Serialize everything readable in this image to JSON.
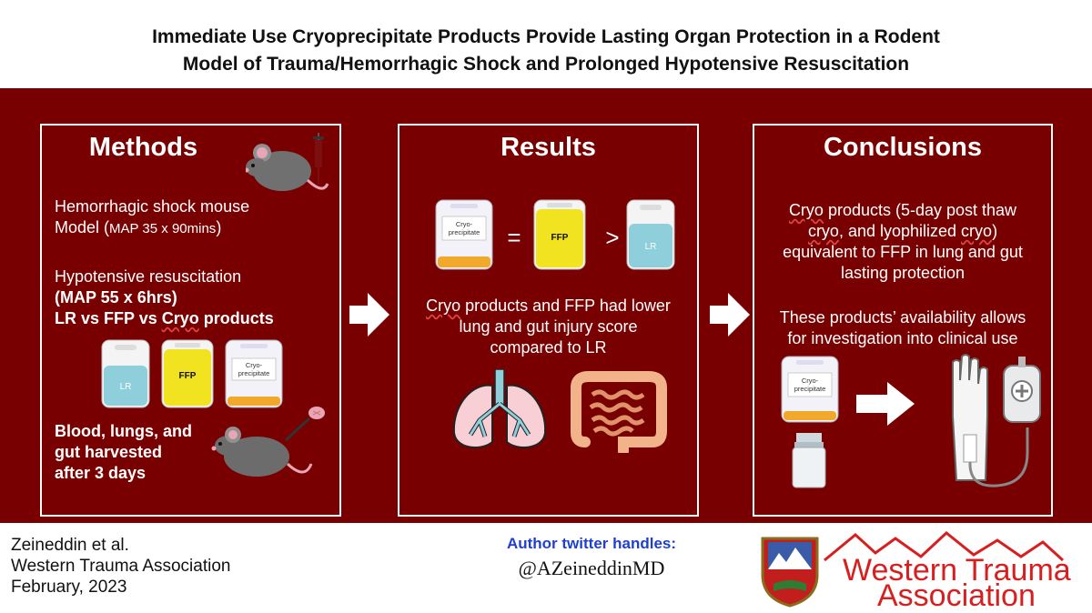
{
  "title_line1": "Immediate Use Cryoprecipitate Products Provide Lasting Organ Protection in a Rodent",
  "title_line2": "Model of Trauma/Hemorrhagic Shock and Prolonged Hypotensive Resuscitation",
  "methods": {
    "heading": "Methods",
    "shock_line1": "Hemorrhagic shock mouse",
    "shock_line2a": "Model (",
    "shock_line2b": "MAP 35 x 90mins",
    "shock_line2c": ")",
    "resus_line1": "Hypotensive resuscitation",
    "resus_line2": "(MAP 55 x 6hrs)",
    "resus_line3a": "LR vs FFP vs ",
    "resus_line3b": "Cryo",
    "resus_line3c": " products",
    "bag_lr": "LR",
    "bag_ffp": "FFP",
    "bag_cryo1": "Cryo-",
    "bag_cryo2": "precipitate",
    "harvest_line1": "Blood, lungs, and",
    "harvest_line2": "gut harvested",
    "harvest_line3": "after 3 days"
  },
  "results": {
    "heading": "Results",
    "bag_cryo1": "Cryo-",
    "bag_cryo2": "precipitate",
    "eq_symbol": "=",
    "bag_ffp": "FFP",
    "gt_symbol": ">",
    "bag_lr": "LR",
    "text_line1a": "Cryo",
    "text_line1b": " products and FFP had lower",
    "text_line2": "lung and gut injury score",
    "text_line3": "compared to LR"
  },
  "conclusions": {
    "heading": "Conclusions",
    "c1_line1a": "Cryo",
    "c1_line1b": " products (5-day post thaw",
    "c1_line2a": "cryo",
    "c1_line2b": ", and lyophilized ",
    "c1_line2c": "cryo",
    "c1_line2d": ")",
    "c1_line3": "equivalent to FFP in lung and gut",
    "c1_line4": "lasting protection",
    "c2_line1": "These products’ availability allows",
    "c2_line2": "for investigation into clinical use",
    "bag_cryo1": "Cryo-",
    "bag_cryo2": "precipitate"
  },
  "footer": {
    "author": "Zeineddin et al.",
    "org": "Western Trauma Association",
    "date": "February, 2023",
    "handles_heading": "Author twitter handles:",
    "handle": "@AZeineddinMD",
    "logo_line1": "Western Trauma",
    "logo_line2": "Association"
  },
  "colors": {
    "band": "#790000",
    "lr_fluid": "#8fcfdc",
    "ffp_fluid": "#f2e321",
    "cryo_fluid": "#f0a92a",
    "logo_red": "#d81f1f",
    "handles_blue": "#1f3fcf"
  }
}
